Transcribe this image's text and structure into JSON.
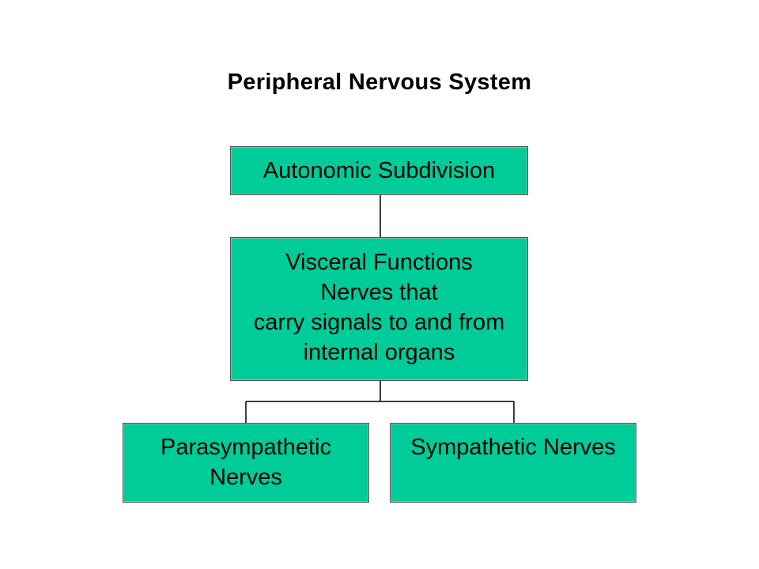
{
  "diagram": {
    "title": "Peripheral Nervous System",
    "nodes": {
      "autonomic": {
        "lines": [
          "Autonomic Subdivision"
        ]
      },
      "visceral": {
        "lines": [
          "Visceral Functions",
          "Nerves that",
          "carry signals to and from",
          "internal organs"
        ]
      },
      "parasympathetic": {
        "lines": [
          "Parasympathetic",
          "Nerves"
        ]
      },
      "sympathetic": {
        "lines": [
          "Sympathetic Nerves"
        ]
      }
    },
    "edges": [
      [
        "autonomic",
        "visceral"
      ],
      [
        "visceral",
        "parasympathetic"
      ],
      [
        "visceral",
        "sympathetic"
      ]
    ],
    "colors": {
      "box_fill": "#00cc99",
      "box_border": "#555555",
      "connector": "#000000"
    }
  }
}
